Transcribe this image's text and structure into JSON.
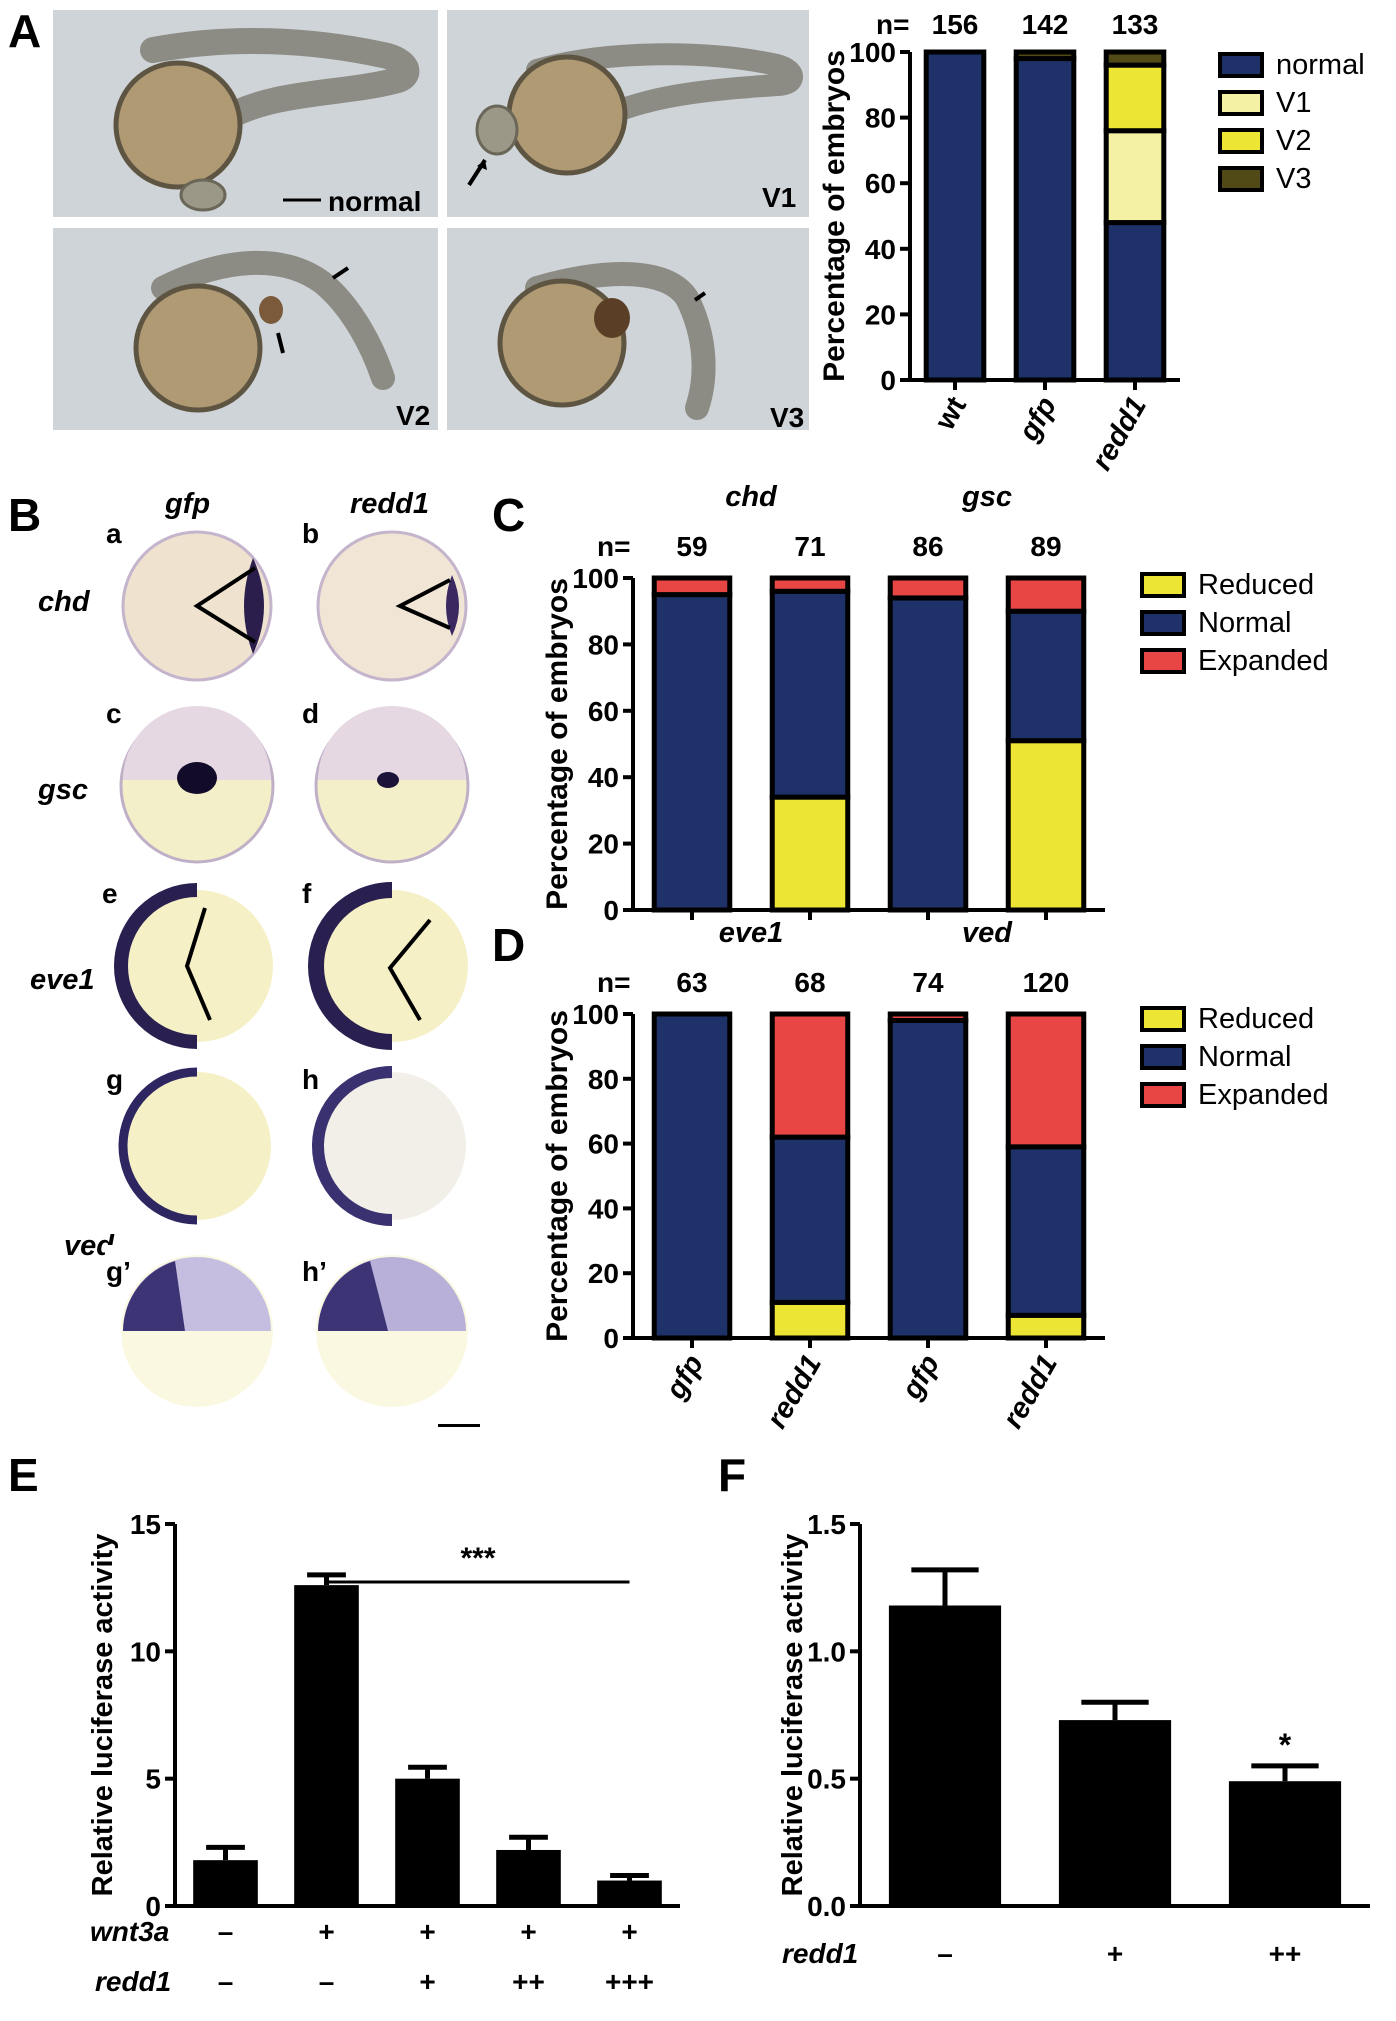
{
  "panel_letters": [
    "A",
    "B",
    "C",
    "D",
    "E",
    "F"
  ],
  "panel_a": {
    "photo_labels": [
      "normal",
      "V1",
      "V2",
      "V3"
    ]
  },
  "panel_b": {
    "column_headers": [
      "gfp",
      "redd1"
    ],
    "row_genes": [
      "chd",
      "gsc",
      "eve1",
      "ved"
    ],
    "sub_labels": [
      "a",
      "b",
      "c",
      "d",
      "e",
      "f",
      "g",
      "h",
      "g’",
      "h’"
    ]
  },
  "colors": {
    "normal": "#1e3168",
    "v1": "#f4f1a4",
    "v2": "#ece533",
    "v3": "#524a16",
    "reduced": "#ece533",
    "expanded": "#e84545",
    "black": "#000000"
  },
  "chart_data": [
    {
      "id": "A",
      "type": "stacked-bar",
      "ylabel": "Percentage of embryos",
      "ylim": [
        0,
        100
      ],
      "yticks": [
        0,
        20,
        40,
        60,
        80,
        100
      ],
      "categories": [
        "wt",
        "gfp",
        "redd1"
      ],
      "italic_categories": [
        false,
        true,
        true
      ],
      "n_prefix": "n=",
      "n_values": [
        "156",
        "142",
        "133"
      ],
      "series": [
        {
          "name": "normal",
          "color": "#1e3168",
          "values": [
            100,
            98,
            48
          ]
        },
        {
          "name": "V1",
          "color": "#f4f1a4",
          "values": [
            0,
            0,
            28
          ]
        },
        {
          "name": "V2",
          "color": "#ece533",
          "values": [
            0,
            0,
            20
          ]
        },
        {
          "name": "V3",
          "color": "#524a16",
          "values": [
            0,
            2,
            4
          ]
        }
      ],
      "legend": [
        "normal",
        "V1",
        "V2",
        "V3"
      ]
    },
    {
      "id": "C",
      "type": "stacked-bar",
      "ylabel": "Percentage of embryos",
      "ylim": [
        0,
        100
      ],
      "yticks": [
        0,
        20,
        40,
        60,
        80,
        100
      ],
      "categories": [
        "gfp",
        "redd1",
        "gfp",
        "redd1"
      ],
      "group_labels": [
        "chd",
        "gsc"
      ],
      "n_prefix": "n=",
      "n_values": [
        "59",
        "71",
        "86",
        "89"
      ],
      "series": [
        {
          "name": "Reduced",
          "color": "#ece533",
          "values": [
            0,
            34,
            0,
            51
          ]
        },
        {
          "name": "Normal",
          "color": "#1e3168",
          "values": [
            95,
            62,
            94,
            39
          ]
        },
        {
          "name": "Expanded",
          "color": "#e84545",
          "values": [
            5,
            4,
            6,
            10
          ]
        }
      ],
      "legend": [
        "Reduced",
        "Normal",
        "Expanded"
      ]
    },
    {
      "id": "D",
      "type": "stacked-bar",
      "ylabel": "Percentage of embryos",
      "ylim": [
        0,
        100
      ],
      "yticks": [
        0,
        20,
        40,
        60,
        80,
        100
      ],
      "categories": [
        "gfp",
        "redd1",
        "gfp",
        "redd1"
      ],
      "group_labels": [
        "eve1",
        "ved"
      ],
      "n_prefix": "n=",
      "n_values": [
        "63",
        "68",
        "74",
        "120"
      ],
      "series": [
        {
          "name": "Reduced",
          "color": "#ece533",
          "values": [
            0,
            11,
            0,
            7
          ]
        },
        {
          "name": "Normal",
          "color": "#1e3168",
          "values": [
            100,
            51,
            98,
            52
          ]
        },
        {
          "name": "Expanded",
          "color": "#e84545",
          "values": [
            0,
            38,
            2,
            41
          ]
        }
      ],
      "legend": [
        "Reduced",
        "Normal",
        "Expanded"
      ]
    },
    {
      "id": "E",
      "type": "bar",
      "ylabel": "Relative luciferase activity",
      "ylim": [
        0,
        15
      ],
      "yticks": [
        0,
        5,
        10,
        15
      ],
      "ytick_labels": [
        "0",
        "5",
        "10",
        "15"
      ],
      "values": [
        1.8,
        12.6,
        5.0,
        2.2,
        1.0
      ],
      "errors": [
        0.5,
        0.4,
        0.45,
        0.5,
        0.2
      ],
      "significance": "***",
      "significance_span": [
        1,
        4
      ],
      "rows": [
        {
          "name": "wnt3a",
          "marks": [
            "–",
            "+",
            "+",
            "+",
            "+"
          ]
        },
        {
          "name": "redd1",
          "marks": [
            "–",
            "–",
            "+",
            "++",
            "+++"
          ]
        }
      ]
    },
    {
      "id": "F",
      "type": "bar",
      "ylabel": "Relative luciferase activity",
      "ylim": [
        0,
        1.5
      ],
      "yticks": [
        0,
        0.5,
        1.0,
        1.5
      ],
      "ytick_labels": [
        "0.0",
        "0.5",
        "1.0",
        "1.5"
      ],
      "values": [
        1.18,
        0.73,
        0.49
      ],
      "errors": [
        0.14,
        0.07,
        0.06
      ],
      "annotations": [
        "",
        "",
        "*"
      ],
      "rows": [
        {
          "name": "redd1",
          "marks": [
            "–",
            "+",
            "++"
          ]
        }
      ]
    }
  ]
}
